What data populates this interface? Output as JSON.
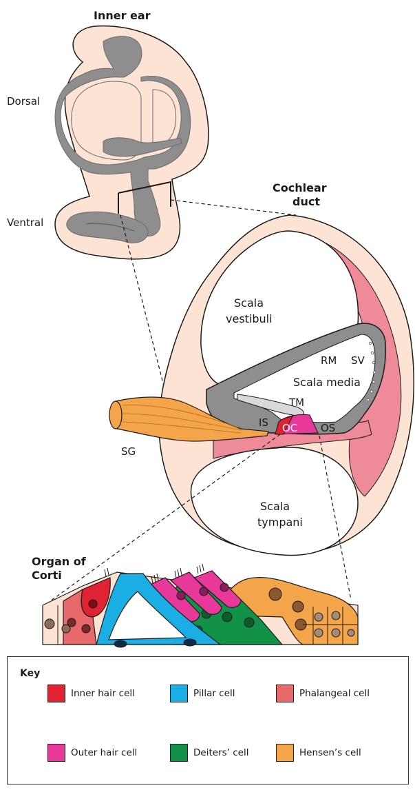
{
  "labels": {
    "inner_ear": "Inner ear",
    "dorsal": "Dorsal",
    "ventral": "Ventral",
    "cochlear_duct_1": "Cochlear",
    "cochlear_duct_2": "duct",
    "scala_vestibuli_1": "Scala",
    "scala_vestibuli_2": "vestibuli",
    "scala_media": "Scala media",
    "scala_tympani_1": "Scala",
    "scala_tympani_2": "tympani",
    "rm": "RM",
    "sv": "SV",
    "tm": "TM",
    "is": "IS",
    "oc": "OC",
    "os": "OS",
    "sg": "SG",
    "organ_1": "Organ of",
    "organ_2": "Corti"
  },
  "key": {
    "title": "Key",
    "items": [
      {
        "label": "Inner hair cell",
        "color": "#e02233"
      },
      {
        "label": "Pillar cell",
        "color": "#1aaee5"
      },
      {
        "label": "Phalangeal cell",
        "color": "#e8696a"
      },
      {
        "label": "Outer hair cell",
        "color": "#e8399a"
      },
      {
        "label": "Deiters’ cell",
        "color": "#129148"
      },
      {
        "label": "Hensen’s cell",
        "color": "#f4a54a"
      }
    ]
  },
  "colors": {
    "skin": "#fde3d3",
    "grey": "#8e8e8e",
    "pink": "#ef8a98",
    "outline": "#1a1a1a"
  }
}
